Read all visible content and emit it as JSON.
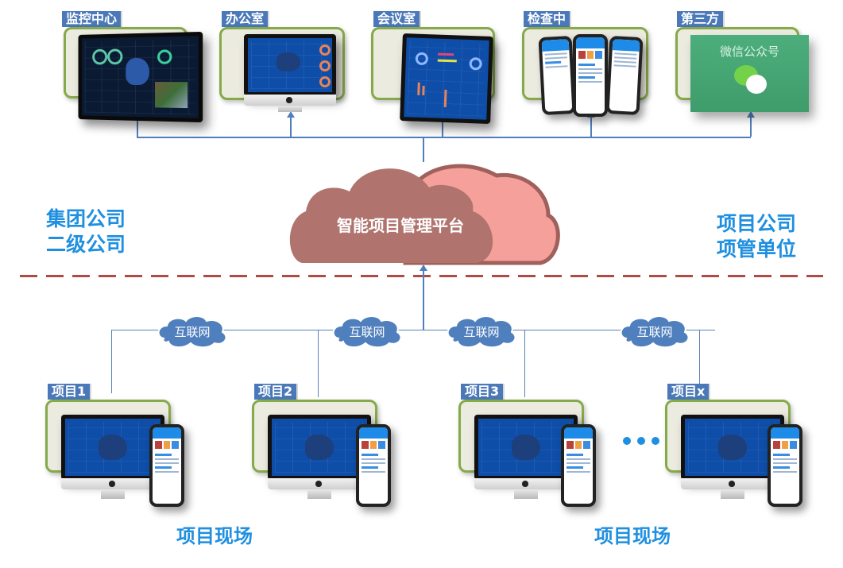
{
  "top_endpoints": [
    {
      "label": "监控中心",
      "device": "video-wall"
    },
    {
      "label": "办公室",
      "device": "desktop-monitor"
    },
    {
      "label": "会议室",
      "device": "large-display"
    },
    {
      "label": "检查中",
      "device": "mobile-phones"
    },
    {
      "label": "第三方",
      "device": "wechat-official-account",
      "screen_text": "微信公众号"
    }
  ],
  "platform": {
    "label": "智能项目管理平台",
    "colors": {
      "front": "#b0736e",
      "back": "#f5a09a",
      "outline": "#a0605c"
    }
  },
  "left_side_labels": [
    "集团公司",
    "二级公司"
  ],
  "right_side_labels": [
    "项目公司",
    "项管单位"
  ],
  "internet_clouds": [
    "互联网",
    "互联网",
    "互联网",
    "互联网"
  ],
  "projects": [
    {
      "label": "项目1"
    },
    {
      "label": "项目2"
    },
    {
      "label": "项目3"
    },
    {
      "label": "项目x"
    }
  ],
  "site_labels": [
    "项目现场",
    "项目现场"
  ],
  "ellipsis": "more-projects",
  "colors": {
    "accent": "#1f8fe0",
    "tag_bg": "#4a78b8",
    "card_border": "#86a94a",
    "divider": "#b04a45",
    "connector": "#4f7fbd"
  }
}
